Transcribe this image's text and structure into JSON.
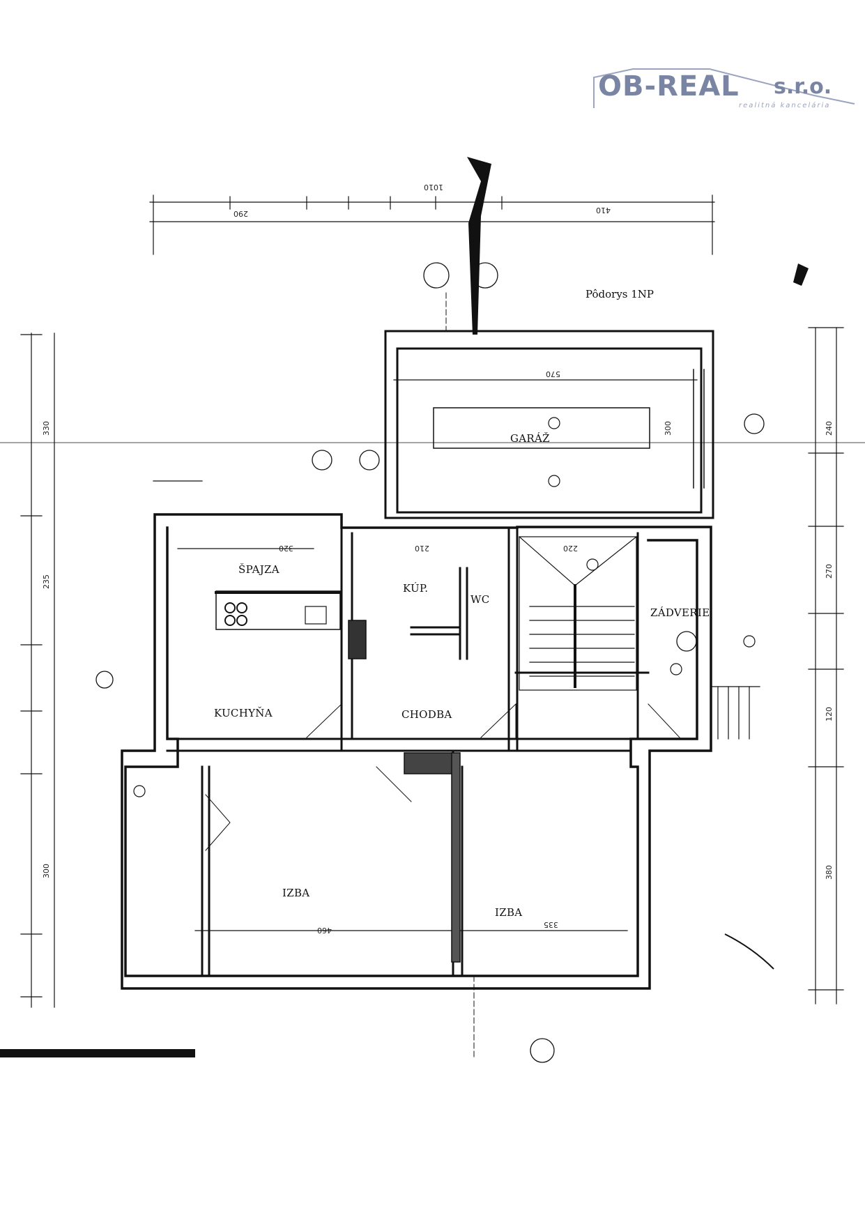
{
  "logo": {
    "name": "OB-REAL",
    "suffix": "s.r.o.",
    "tagline": "realitná kancelária"
  },
  "plan_title": "Pôdorys 1NP",
  "rooms": {
    "garage": "GARÁŽ",
    "pantry": "ŠPAJZA",
    "bath": "KÚP.",
    "wc": "WC",
    "vestibule": "ZÁDVERIE",
    "kitchen": "KUCHYŇA",
    "hall": "CHODBA",
    "room_left": "IZBA",
    "room_right": "IZBA"
  },
  "dimensions": {
    "top_total": "1010",
    "top_290": "290",
    "top_410": "410",
    "left_330": "330",
    "left_235": "235",
    "left_300": "300",
    "garage_570": "570",
    "garage_300": "300",
    "pantry_320": "320",
    "bath_210": "210",
    "stairs_220": "220",
    "room_460": "460",
    "room_335": "335",
    "right_240": "240",
    "right_270": "270",
    "right_120": "120",
    "right_380": "380"
  }
}
